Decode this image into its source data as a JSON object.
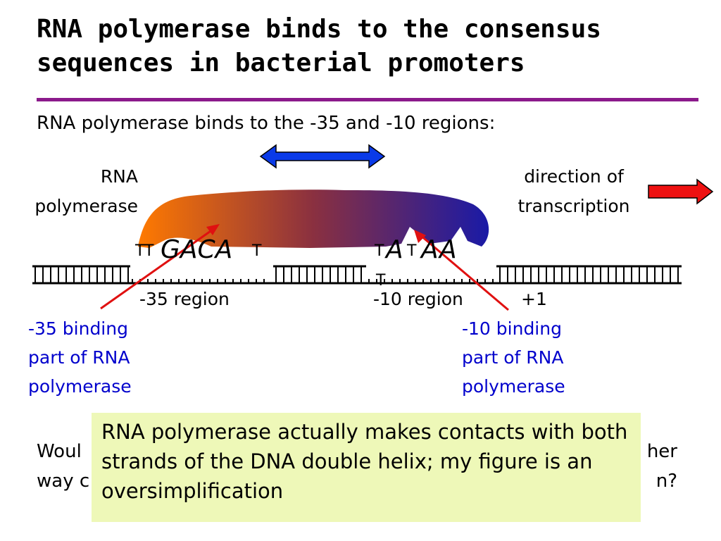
{
  "title_line1": "RNA polymerase binds to the consensus",
  "title_line2": "sequences in bacterial promoters",
  "subtitle": "RNA polymerase binds to the -35 and -10 regions:",
  "labels": {
    "rna_polymerase_line1": "RNA",
    "rna_polymerase_line2": "polymerase",
    "direction_line1": "direction of",
    "direction_line2": "transcription",
    "region_35": "-35 region",
    "region_10": "-10 region",
    "plus_one": "+1",
    "binding_35": [
      "-35 binding",
      "part of RNA",
      "polymerase"
    ],
    "binding_10": [
      "-10 binding",
      "part of RNA",
      "polymerase"
    ]
  },
  "sequences": {
    "minus35_prefix": "TT",
    "minus35_core": "GACA",
    "minus35_suffix": "T",
    "minus10_t1": "T",
    "minus10_a1": "A",
    "minus10_t2": "T",
    "minus10_a2": "A",
    "minus10_a3": "A",
    "minus10_t_below": "T"
  },
  "question_left": "Woul",
  "question_left2": "way c",
  "question_right": "her",
  "question_right2": "n?",
  "note_text": "RNA polymerase actually makes contacts with both strands of the DNA double helix; my figure is an oversimplification",
  "colors": {
    "rule": "#8b1a8b",
    "polymerase_start": "#ff7a00",
    "polymerase_end": "#1a1aa6",
    "double_arrow": "#0a3ae8",
    "direction_arrow": "#ee1111",
    "pointer": "#e01010",
    "binding_text": "#0000cc",
    "note_bg": "#eef8b8"
  }
}
